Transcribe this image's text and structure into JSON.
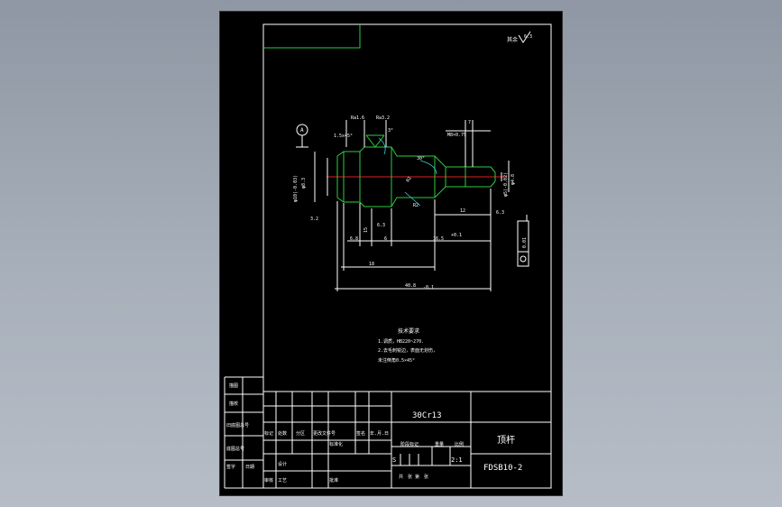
{
  "drawing": {
    "roughness_corner": "6.3",
    "roughness_corner_label": "其余",
    "datum_a": "A",
    "dims": {
      "chamfer_left": "1.5x45°",
      "flat_1": "Ra1.6",
      "flat_2": "Ra3.2",
      "angle_3": "3°",
      "dia_left": "φ8.3",
      "dia_left_tol": "φ10(-0.03)",
      "angle_30": "30°",
      "r_small": "R2",
      "r_2": "R2",
      "dim_7": "7",
      "thread": "M8×0.75",
      "dia_right": "φ4.8",
      "dia_right_tol": "φ5(-0.02)",
      "ra_32": "3.2",
      "ra_63": "6.3",
      "dim_12": "12",
      "dim_6_8": "6.8",
      "dim_15": "15",
      "dim_6": "6",
      "dim_16_5": "16.5",
      "dim_16_5_tol": "+0.1",
      "dim_18": "18",
      "dim_40": "40.8",
      "dim_40_tol": "-0.1",
      "datum_tol_value": "0.01",
      "ra_small": "6.3"
    },
    "tech_req": {
      "title": "技术要求",
      "line1": "1.调质，HB220~270.",
      "line2": "2.去毛刺锐边，表面无划伤，",
      "line3": "未注倒角0.5×45°"
    }
  },
  "title_block": {
    "material": "30Cr13",
    "part_name": "顶杆",
    "drawing_no": "FDSB10-2",
    "scale": "2:1",
    "stage_mark": "S",
    "col_labels": [
      "标记",
      "处数",
      "分区",
      "更改文件号",
      "签名",
      "年.月.日"
    ],
    "row_design": "设计",
    "row_std": "标准化",
    "row_review": "审核",
    "row_process": "工艺",
    "row_approve": "批准",
    "stage_header": "阶段标记",
    "weight_header": "重量",
    "scale_header": "比例",
    "sheet_info": "共　张  第　张"
  },
  "side_block": {
    "r1": "描图",
    "r2": "描校",
    "r3": "旧底图总号",
    "r4": "底图总号",
    "r5a": "签字",
    "r5b": "日期"
  }
}
